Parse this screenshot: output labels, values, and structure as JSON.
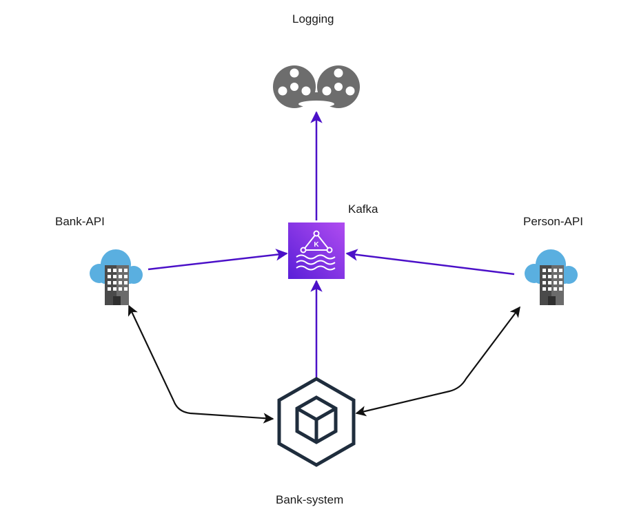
{
  "nodes": {
    "logging": {
      "label": "Logging",
      "icon": "film-reels-icon"
    },
    "kafka": {
      "label": "Kafka",
      "icon": "kafka-icon"
    },
    "bank_api": {
      "label": "Bank-API",
      "icon": "cloud-building-icon"
    },
    "person_api": {
      "label": "Person-API",
      "icon": "cloud-building-icon"
    },
    "bank_system": {
      "label": "Bank-system",
      "icon": "cube-icon"
    }
  },
  "edges": [
    {
      "from": "Kafka",
      "to": "Logging"
    },
    {
      "from": "Bank-API",
      "to": "Kafka"
    },
    {
      "from": "Person-API",
      "to": "Kafka"
    },
    {
      "from": "Bank-system",
      "to": "Kafka"
    },
    {
      "from": "Bank-system",
      "to": "Bank-API",
      "bidirectional": true
    },
    {
      "from": "Bank-system",
      "to": "Person-API",
      "bidirectional": true
    }
  ],
  "colors": {
    "purple_edge": "#4b10c8",
    "black_edge": "#111111",
    "kafka_fill": "#8a2be2",
    "reel_gray": "#6d6d6d",
    "cloud_blue": "#5aafe0",
    "cube_stroke": "#1f2d3d"
  }
}
